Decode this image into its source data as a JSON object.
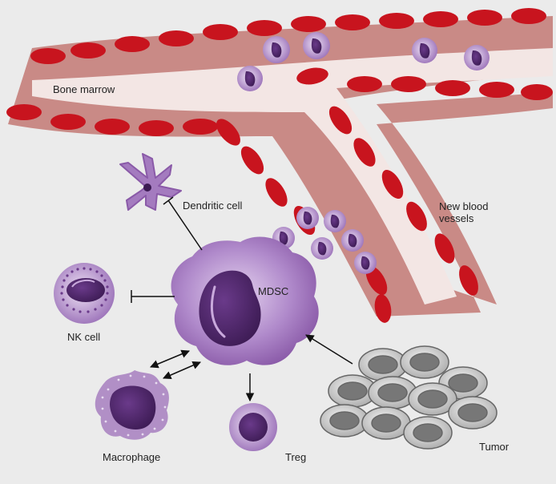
{
  "labels": {
    "bone_marrow": "Bone marrow",
    "new_blood_vessels": "New blood vessels",
    "dendritic_cell": "Dendritic cell",
    "mdsc": "MDSC",
    "nk_cell": "NK cell",
    "macrophage": "Macrophage",
    "treg": "Treg",
    "tumor": "Tumor"
  },
  "colors": {
    "background": "#ebebeb",
    "vessel_wall": "#c98a86",
    "vessel_lumen": "#f3e6e4",
    "red_blood_cell": "#c8141e",
    "mdsc_purple": "#a679be",
    "nucleus": "#4a2466",
    "tumor_gray": "#bdbdbd"
  }
}
